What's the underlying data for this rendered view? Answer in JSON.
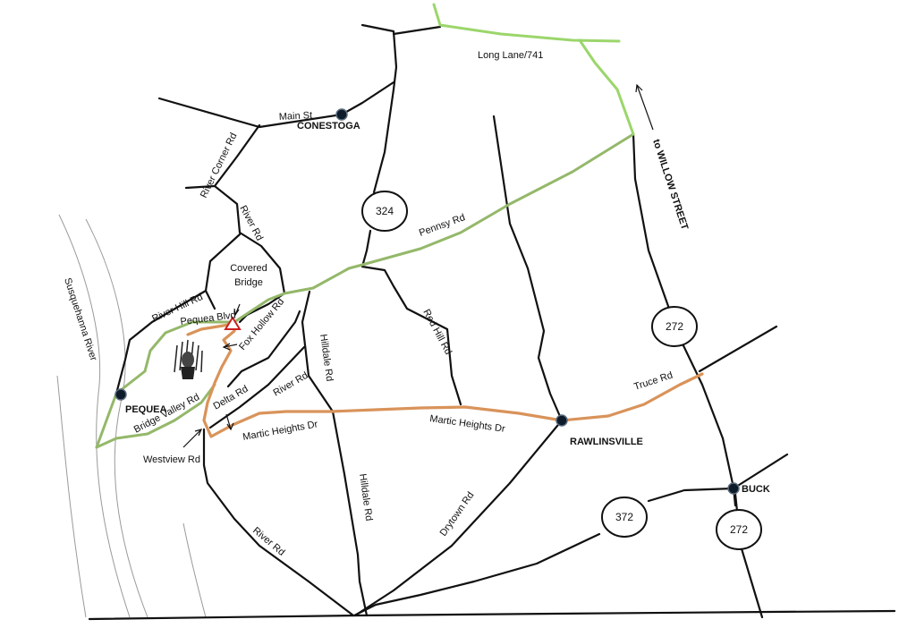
{
  "colors": {
    "green_route": "#94b86a",
    "light_green_route": "#9bd66b",
    "orange_route": "#d9935a",
    "road": "#111111",
    "river": "#9a9a9a",
    "covered_bridge": "#cc1f1f",
    "town_dot": "#0d1b2a"
  },
  "icons": [
    "native-american-headdress-icon",
    "covered-bridge-marker-icon",
    "north-arrow-icon"
  ],
  "towns": {
    "conestoga": "CONESTOGA",
    "pequea": "PEQUEA",
    "rawlinsville": "RAWLINSVILLE",
    "buck": "BUCK"
  },
  "shields": {
    "r324": "324",
    "r272_north": "272",
    "r272_south": "272",
    "r372": "372"
  },
  "roads": {
    "long_lane": "Long Lane/741",
    "main_st": "Main St",
    "river_corner_rd": "River Corner Rd",
    "river_rd_north": "River Rd",
    "pennsy_rd": "Pennsy Rd",
    "river_hill_rd": "River Hill Rd",
    "pequea_blvd": "Pequea Blvd",
    "fox_hollow_rd": "Fox Hollow Rd",
    "red_hill_rd": "Red Hill Rd",
    "hilldale_rd_north": "Hilldale Rd",
    "hilldale_rd_south": "Hilldale Rd",
    "river_rd_mid": "River Rd",
    "delta_rd": "Delta Rd",
    "bridge_valley_rd": "Bridge Valley Rd",
    "martic_heights_dr_west": "Martic Heights Dr",
    "martic_heights_dr_east": "Martic Heights Dr",
    "truce_rd": "Truce Rd",
    "westview_rd": "Westview Rd",
    "drytown_rd": "Drytown Rd",
    "river_rd_south": "River Rd",
    "susquehanna_river": "Susquehanna River"
  },
  "annotations": {
    "covered_bridge_line1": "Covered",
    "covered_bridge_line2": "Bridge",
    "to_willow_street": "to WILLOW STREET"
  }
}
